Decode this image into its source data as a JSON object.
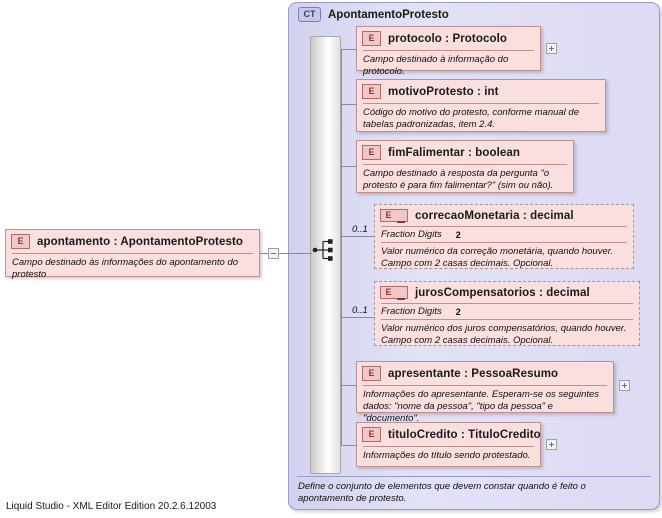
{
  "app": {
    "footer": "Liquid Studio - XML Editor Edition 20.2.6.12003"
  },
  "root_element": {
    "icon": "E",
    "name": "apontamento : ApontamentoProtesto",
    "description": "Campo destinado às informações do apontamento do protesto",
    "toggle": "minus-box"
  },
  "complex_type": {
    "tag": "CT",
    "name": "ApontamentoProtesto",
    "description": "Define o conjunto de elementos que devem constar quando é feito o apontamento de protesto.",
    "model_group": "sequence"
  },
  "children": [
    {
      "icon": "E",
      "name": "protocolo : Protocolo",
      "description": "Campo destinado à informação do protocolo.",
      "optional": false,
      "cardinality": "",
      "facet_label": "",
      "facet_value": "",
      "expand": "+"
    },
    {
      "icon": "E",
      "name": "motivoProtesto : int",
      "description": "Código do motivo do protesto,  conforme manual de tabelas padronizadas, item 2.4.",
      "optional": false,
      "cardinality": "",
      "facet_label": "",
      "facet_value": "",
      "expand": ""
    },
    {
      "icon": "E",
      "name": "fimFalimentar : boolean",
      "description": "Campo destinado à resposta da pergunta \"o protesto é para fim falimentar?\" (sim ou não).",
      "optional": false,
      "cardinality": "",
      "facet_label": "",
      "facet_value": "",
      "expand": ""
    },
    {
      "icon": "E",
      "name": "correcaoMonetaria : decimal",
      "description": "Valor numérico da correção monetária, quando houver. Campo com 2 casas decimais. Opcional.",
      "optional": true,
      "cardinality": "0..1",
      "facet_label": "Fraction Digits",
      "facet_value": "2",
      "expand": ""
    },
    {
      "icon": "E",
      "name": "jurosCompensatorios : decimal",
      "description": "Valor numérico dos juros compensatórios, quando houver. Campo com 2 casas decimais. Opcional.",
      "optional": true,
      "cardinality": "0..1",
      "facet_label": "Fraction Digits",
      "facet_value": "2",
      "expand": ""
    },
    {
      "icon": "E",
      "name": "apresentante : PessoaResumo",
      "description": "Informações do apresentante. Esperam-se os seguintes dados: \"nome da pessoa\", \"tipo da pessoa\" e \"documento\".",
      "optional": false,
      "cardinality": "",
      "facet_label": "",
      "facet_value": "",
      "expand": "+"
    },
    {
      "icon": "E",
      "name": "tituloCredito : TituloCredito",
      "description": "Informações do título sendo protestado.",
      "optional": false,
      "cardinality": "",
      "facet_label": "",
      "facet_value": "",
      "expand": "+"
    }
  ],
  "colors": {
    "element_fill": "#fbdede",
    "element_border": "#c08f8f",
    "complextype_fill": "#dcdcf4",
    "complextype_border": "#9a9ac8",
    "connector": "#8a8a9a",
    "page_background": "#ffffff"
  }
}
